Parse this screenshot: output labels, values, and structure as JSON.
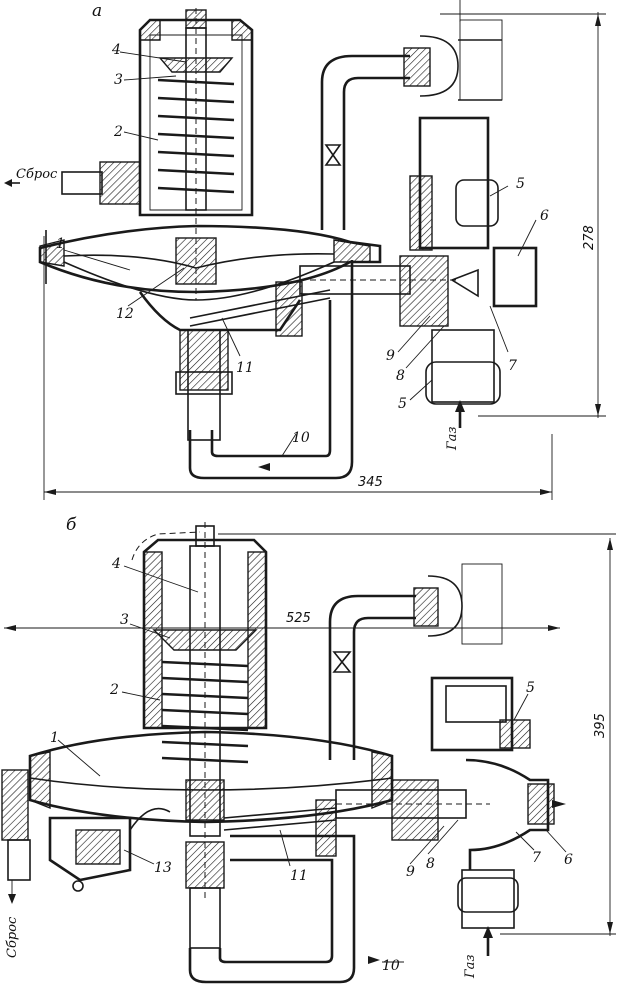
{
  "figure_a": {
    "panel_label": "а",
    "part_labels": [
      "1",
      "2",
      "3",
      "4",
      "5",
      "5",
      "6",
      "7",
      "8",
      "9",
      "10",
      "11",
      "12"
    ],
    "vent_label": "Сброс",
    "gas_label": "Газ",
    "dim_height": "278",
    "dim_width": "345"
  },
  "figure_b": {
    "panel_label": "б",
    "part_labels": [
      "1",
      "2",
      "3",
      "4",
      "5",
      "6",
      "7",
      "8",
      "9",
      "10",
      "11",
      "13"
    ],
    "vent_label": "Сброс",
    "gas_label": "Газ",
    "dim_height": "395",
    "dim_width": "525"
  }
}
